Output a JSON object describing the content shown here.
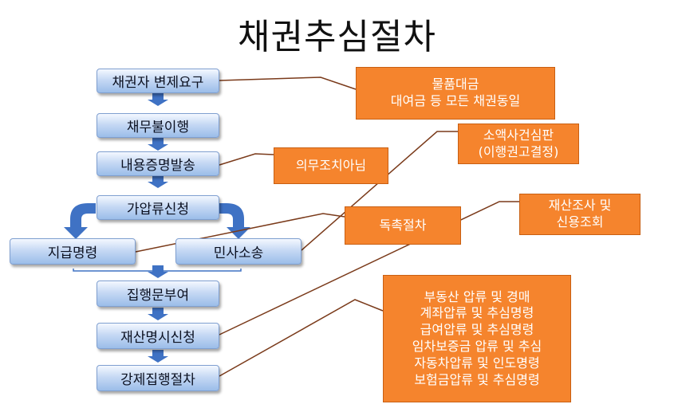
{
  "title": "채권추심절차",
  "steps": [
    "채권자 변제요구",
    "채무불이행",
    "내용증명발송",
    "가압류신청",
    "지급명령",
    "민사소송",
    "집행문부여",
    "재산명시신청",
    "강제집행절차"
  ],
  "notes": {
    "goods": [
      "물품대금",
      "대여금 등 모든 채권동일"
    ],
    "small_claims": [
      "소액사건심판",
      "(이행권고결정)"
    ],
    "not_obligation": [
      "의무조치아님"
    ],
    "supervision": [
      "독촉절차"
    ],
    "asset_investigation": [
      "재산조사 및",
      "신용조회"
    ],
    "enforcement": [
      "부동산 압류 및 경매",
      "계좌압류 및 추심명령",
      "급여압류 및 추심명령",
      "임차보증금 압류 및 추심",
      "자동차압류 및 인도명령",
      "보험금압류 및 추심명령"
    ]
  },
  "colors": {
    "step_fill": "#c6d9f4",
    "arrow": "#3f72c4",
    "note_fill": "#f5842d",
    "connector": "#7a3a1a"
  }
}
